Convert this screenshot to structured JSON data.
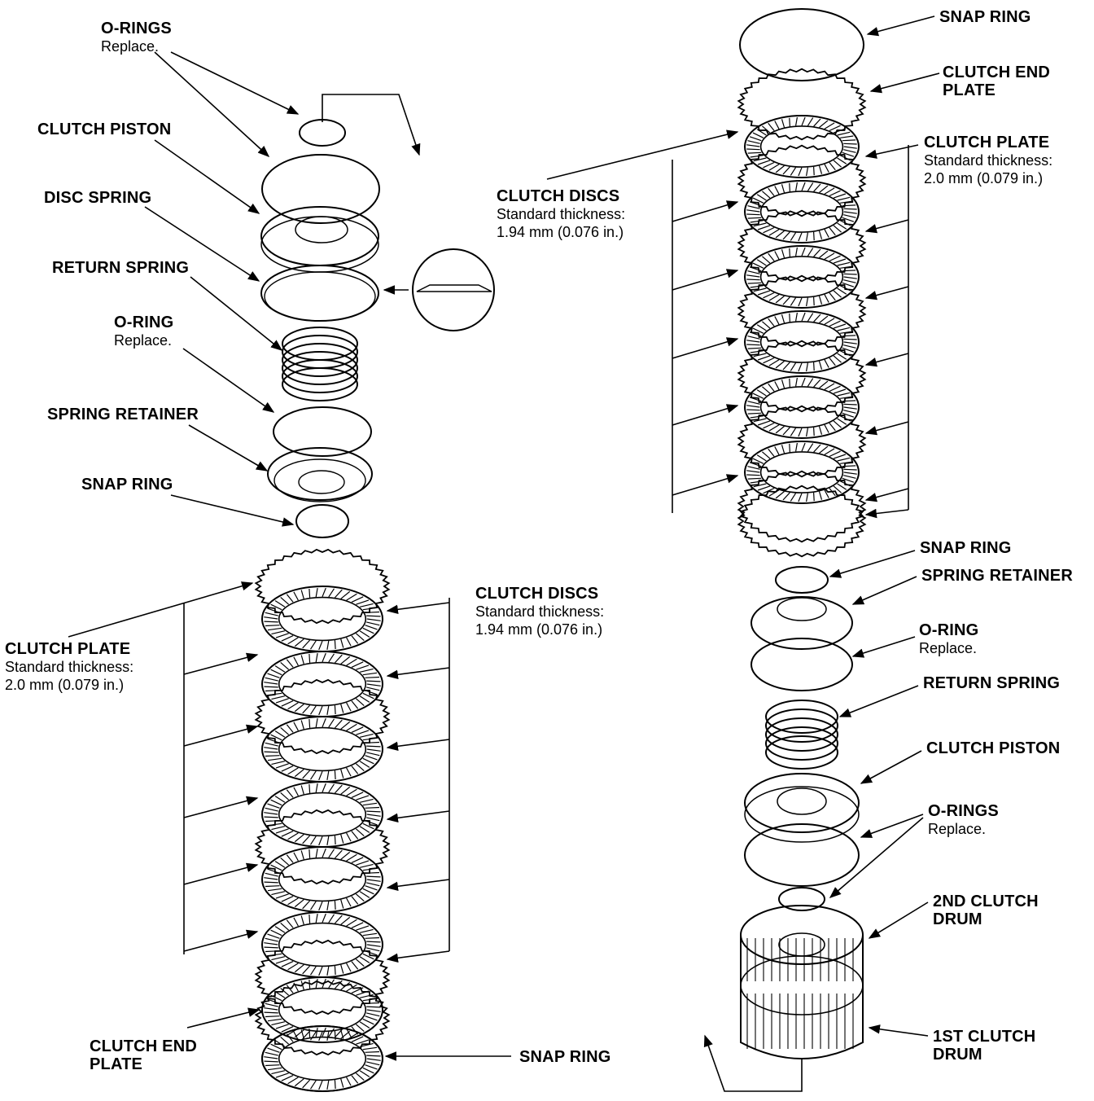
{
  "diagram": {
    "left_column": {
      "o_rings_top": {
        "title": "O-RINGS",
        "note": "Replace."
      },
      "clutch_piston": {
        "title": "CLUTCH PISTON"
      },
      "disc_spring": {
        "title": "DISC SPRING"
      },
      "return_spring": {
        "title": "RETURN SPRING"
      },
      "o_ring": {
        "title": "O-RING",
        "note": "Replace."
      },
      "spring_retainer": {
        "title": "SPRING RETAINER"
      },
      "snap_ring_upper": {
        "title": "SNAP RING"
      },
      "clutch_discs": {
        "title": "CLUTCH DISCS",
        "note1": "Standard thickness:",
        "note2": "1.94 mm (0.076 in.)"
      },
      "clutch_plate": {
        "title": "CLUTCH PLATE",
        "note1": "Standard thickness:",
        "note2": "2.0 mm (0.079 in.)"
      },
      "clutch_end_plate": {
        "title1": "CLUTCH END",
        "title2": "PLATE"
      },
      "snap_ring_lower": {
        "title": "SNAP RING"
      }
    },
    "right_column": {
      "snap_ring_top": {
        "title": "SNAP RING"
      },
      "clutch_end_plate": {
        "title1": "CLUTCH END",
        "title2": "PLATE"
      },
      "clutch_plate": {
        "title": "CLUTCH PLATE",
        "note1": "Standard thickness:",
        "note2": "2.0 mm (0.079 in.)"
      },
      "clutch_discs": {
        "title": "CLUTCH DISCS",
        "note1": "Standard thickness:",
        "note2": "1.94 mm (0.076 in.)"
      },
      "snap_ring_mid": {
        "title": "SNAP RING"
      },
      "spring_retainer": {
        "title": "SPRING RETAINER"
      },
      "o_ring": {
        "title": "O-RING",
        "note": "Replace."
      },
      "return_spring": {
        "title": "RETURN SPRING"
      },
      "clutch_piston": {
        "title": "CLUTCH PISTON"
      },
      "o_rings": {
        "title": "O-RINGS",
        "note": "Replace."
      },
      "second_clutch_drum": {
        "title1": "2ND CLUTCH",
        "title2": "DRUM"
      },
      "first_clutch_drum": {
        "title1": "1ST CLUTCH",
        "title2": "DRUM"
      }
    }
  }
}
